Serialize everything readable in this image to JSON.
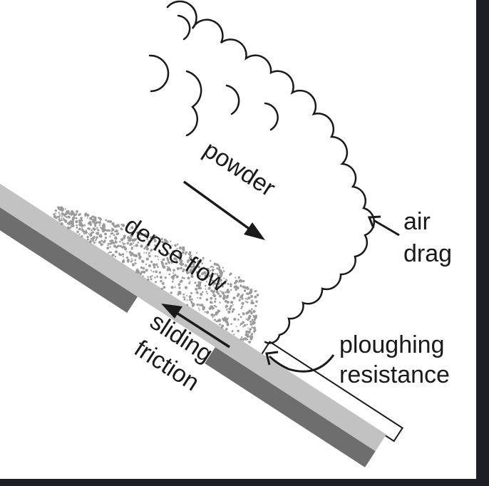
{
  "labels": {
    "powder": "powder",
    "dense_flow": "dense flow",
    "sliding": "sliding",
    "friction": "friction",
    "air": "air",
    "drag": "drag",
    "ploughing": "ploughing",
    "resistance": "resistance"
  },
  "colors": {
    "slope_light": "#c2c2c2",
    "slope_dark": "#6e6e6e",
    "particles": "#9a9a9a",
    "ink": "#1a1a1a",
    "frame": "#1e1f22"
  }
}
